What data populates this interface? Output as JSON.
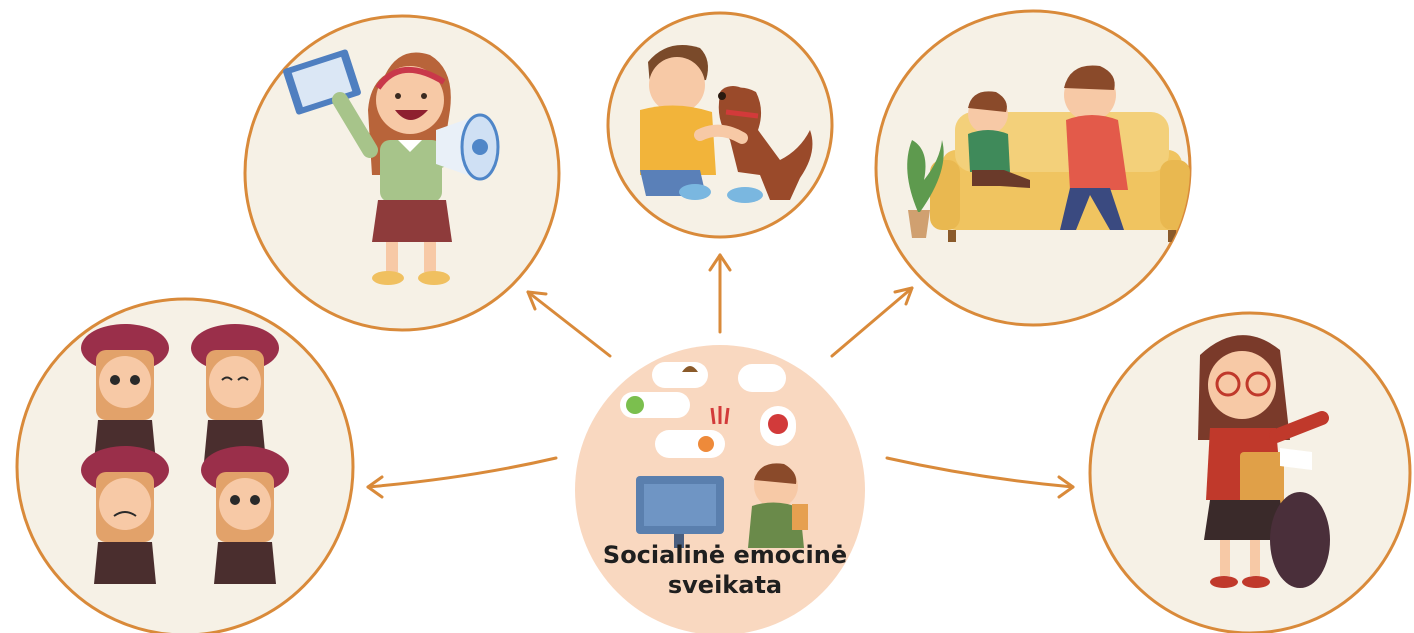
{
  "colors": {
    "ring": "#d98a3a",
    "arrow": "#d98a3a",
    "bubble_fill": "#f6f1e6",
    "center_fill": "#f9d8c0"
  },
  "hub": {
    "title_line1": "Socialinė emocinė",
    "title_line2": "sveikata",
    "icons": [
      "speech-bubbles-icon",
      "computer-icon",
      "angry-boy-icon"
    ]
  },
  "bubbles": [
    {
      "id": "girl-megaphone",
      "icon": "girl-with-megaphone-and-book-icon"
    },
    {
      "id": "boy-dog",
      "icon": "boy-hugging-dog-icon"
    },
    {
      "id": "family-sofa",
      "icon": "father-and-son-on-sofa-icon"
    },
    {
      "id": "girl-emotions",
      "icon": "girl-four-emotions-icon"
    },
    {
      "id": "girl-presenting",
      "icon": "girl-with-glasses-presenting-icon"
    }
  ]
}
